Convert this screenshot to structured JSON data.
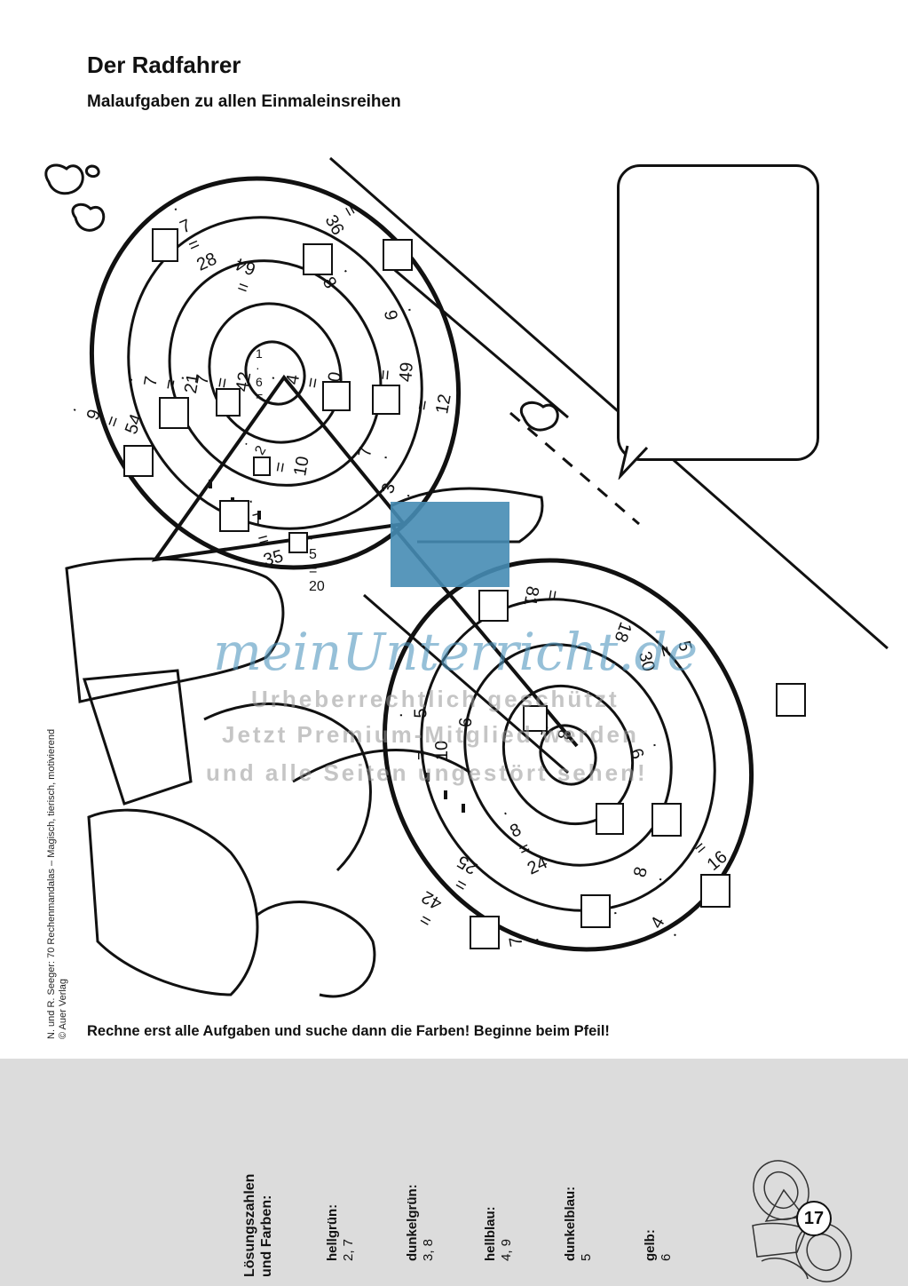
{
  "header": {
    "title": "Der Radfahrer",
    "subtitle": "Malaufgaben zu allen Einmaleinsreihen"
  },
  "instruction": "Rechne erst alle Aufgaben und suche dann die Farben! Beginne beim Pfeil!",
  "credit": {
    "line1": "N. und R. Seeger: 70 Rechenmandalas – Magisch, tierisch, motivierend",
    "line2": "© Auer Verlag"
  },
  "wheel_tasks": {
    "rear": [
      "· 7 = 28",
      "= 36",
      "= 64",
      "· 8",
      "· 9",
      "· 9 = 54",
      "· 7 = 21",
      "· 7 = 42",
      "1 · 6 =",
      "· 4 = 20",
      "= 49",
      "= 12",
      "· 2",
      "= 10",
      "7 ·",
      "3 ·",
      "· 7 = 35",
      "· 5 = 20"
    ],
    "front": [
      "= 81",
      "18",
      "· 5 = 30",
      "· 5",
      "= 10",
      "6",
      "= 8",
      "· 8 = 24",
      "· 6",
      "8 ·",
      "= 16",
      "4 ·",
      "= 25",
      "5 ·",
      "7 ·",
      "= 42"
    ]
  },
  "solutions": {
    "title_line1": "Lösungszahlen",
    "title_line2": "und Farben:",
    "items": [
      {
        "color_name": "hellgrün:",
        "numbers": "2, 7"
      },
      {
        "color_name": "dunkelgrün:",
        "numbers": "3, 8"
      },
      {
        "color_name": "hellblau:",
        "numbers": "4, 9"
      },
      {
        "color_name": "dunkelblau:",
        "numbers": "5"
      },
      {
        "color_name": "gelb:",
        "numbers": "6"
      }
    ]
  },
  "page_number": "17",
  "watermark": {
    "logo": "meinUnterricht.de",
    "line1": "Urheberrechtlich geschützt",
    "line2": "Jetzt Premium-Mitglied werden",
    "line3": "und alle Seiten ungestört sehen!"
  }
}
